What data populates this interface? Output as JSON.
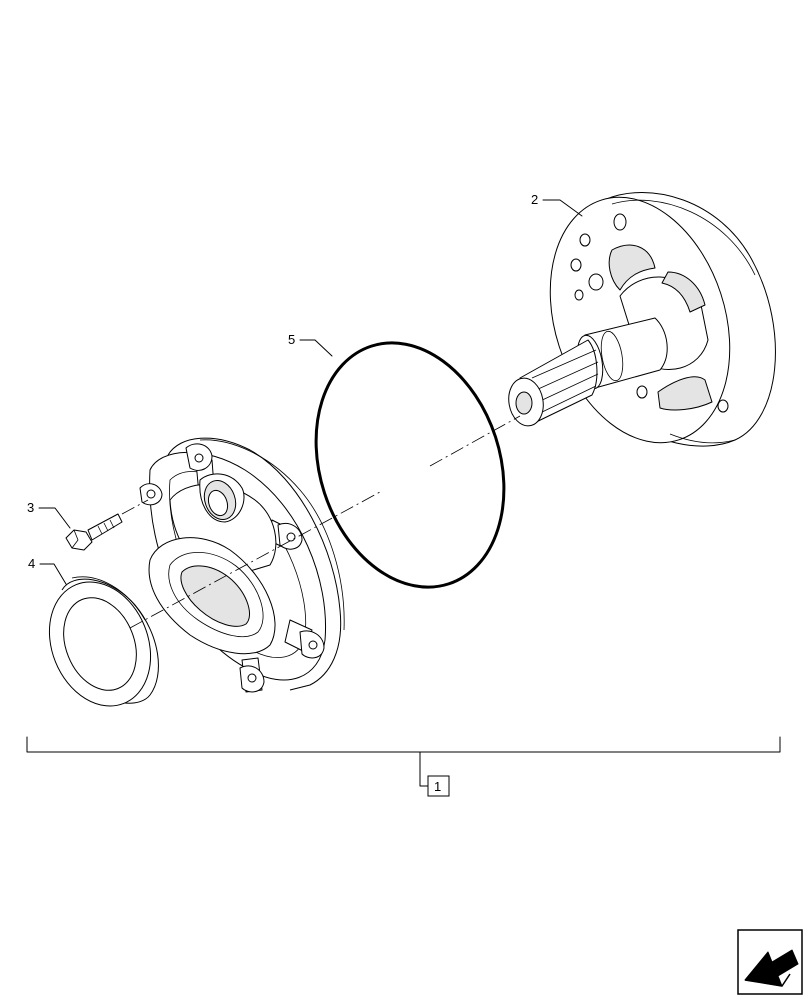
{
  "callouts": {
    "assembly": "1",
    "pump_body": "2",
    "bolt": "3",
    "seal_ring": "4",
    "o_ring": "5"
  },
  "icons": {
    "corner": "next-page-arrow-icon"
  }
}
